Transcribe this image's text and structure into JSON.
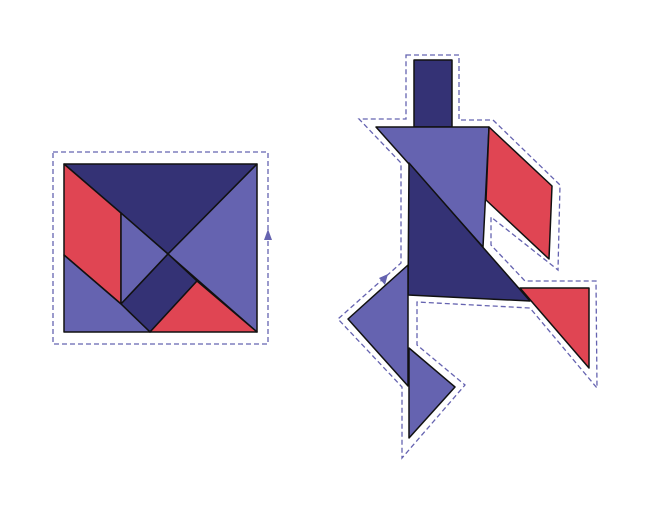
{
  "colors": {
    "dark_piece": "#343275",
    "light_piece": "#6563b0",
    "red_piece": "#e04553",
    "outline": "#6563b0"
  },
  "figures": [
    {
      "shape": "square",
      "pieces": 7,
      "outline": "dashed",
      "direction_arrow": "up"
    },
    {
      "shape": "running-figure",
      "pieces": 7,
      "outline": "dashed",
      "direction_arrow": "up-right"
    }
  ]
}
